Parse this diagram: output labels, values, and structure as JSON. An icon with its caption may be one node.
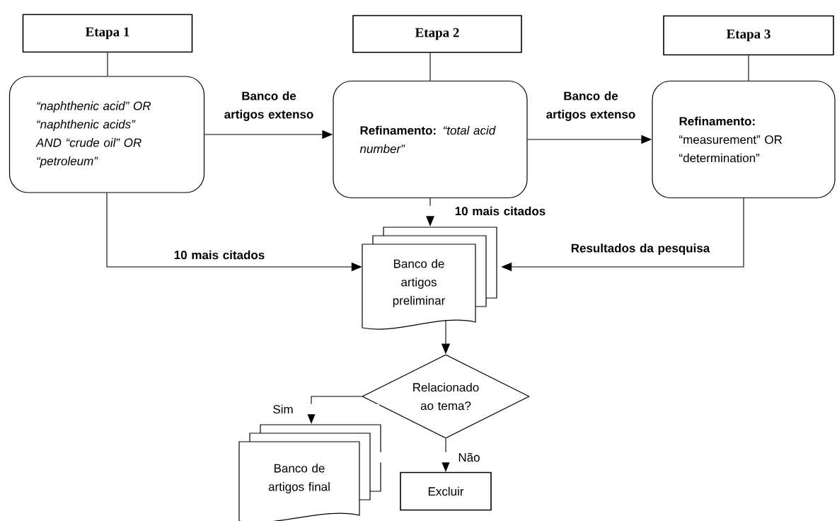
{
  "diagram": {
    "nodes": [
      {
        "text": [
          "Etapa 1"
        ]
      },
      {
        "text": [
          "Etapa 2"
        ]
      },
      {
        "text": [
          "Etapa 3"
        ]
      },
      {
        "text": [
          "“naphthenic acid” OR “naphthenic acids” AND “crude oil” OR “petroleum”"
        ]
      },
      {
        "text": [
          "**Refinamento:** *“total acid number”*"
        ]
      },
      {
        "text": [
          "**Refinamento:** “measurement” OR “determination”"
        ]
      },
      {
        "text": [
          "Banco de artigos preliminar"
        ]
      },
      {
        "text": [
          "Relacionado ao tema?"
        ]
      },
      {
        "text": [
          "Banco de artigos final"
        ]
      },
      {
        "text": [
          "Excluir"
        ]
      }
    ],
    "edges": [
      {
        "from": 0,
        "to": 3,
        "arrow": "none"
      },
      {
        "from": 1,
        "to": 4,
        "arrow": "none"
      },
      {
        "from": 2,
        "to": 5,
        "arrow": "none"
      },
      {
        "from": 3,
        "to": 4,
        "arrow": "to",
        "label": "Banco de artigos extenso"
      },
      {
        "from": 4,
        "to": 5,
        "arrow": "to",
        "label": "Banco de artigos extenso"
      },
      {
        "from": 4,
        "to": 6,
        "arrow": "to",
        "label": "10 mais citados"
      },
      {
        "from": 3,
        "to": 6,
        "arrow": "to",
        "label": "10 mais citados"
      },
      {
        "from": 5,
        "to": 6,
        "arrow": "to",
        "label": "Resultados da pesquisa"
      },
      {
        "from": 6,
        "to": 7,
        "arrow": "to"
      },
      {
        "from": 7,
        "to": 8,
        "arrow": "to",
        "label": "Sim"
      },
      {
        "from": 7,
        "to": 9,
        "arrow": "to",
        "label": "Não"
      }
    ]
  }
}
